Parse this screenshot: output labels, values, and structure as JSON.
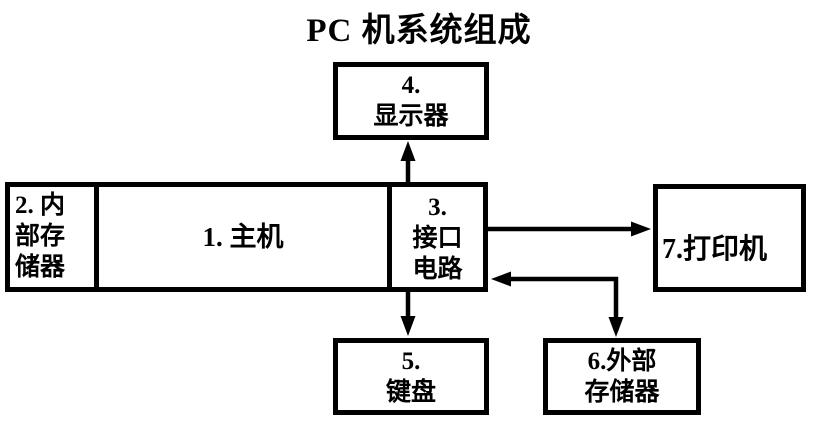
{
  "diagram": {
    "title": "PC 机系统组成",
    "nodes": {
      "display": {
        "label": "4.\n显示器"
      },
      "internal_memory": {
        "label": "2. 内\n部存\n储器"
      },
      "host": {
        "label": "1. 主机"
      },
      "interface_circuit": {
        "label": "3.\n接口\n电路"
      },
      "printer": {
        "label": "7.打印机"
      },
      "keyboard": {
        "label": "5.\n键盘"
      },
      "external_storage": {
        "label": "6.外部\n存储器"
      }
    },
    "edges": [
      {
        "from": "interface_circuit",
        "to": "display",
        "direction": "one-way"
      },
      {
        "from": "interface_circuit",
        "to": "printer",
        "direction": "one-way"
      },
      {
        "from": "interface_circuit",
        "to": "external_storage",
        "direction": "two-way"
      },
      {
        "from": "interface_circuit",
        "to": "keyboard",
        "direction": "one-way"
      }
    ],
    "colors": {
      "ink": "#000000",
      "background": "#ffffff"
    }
  }
}
